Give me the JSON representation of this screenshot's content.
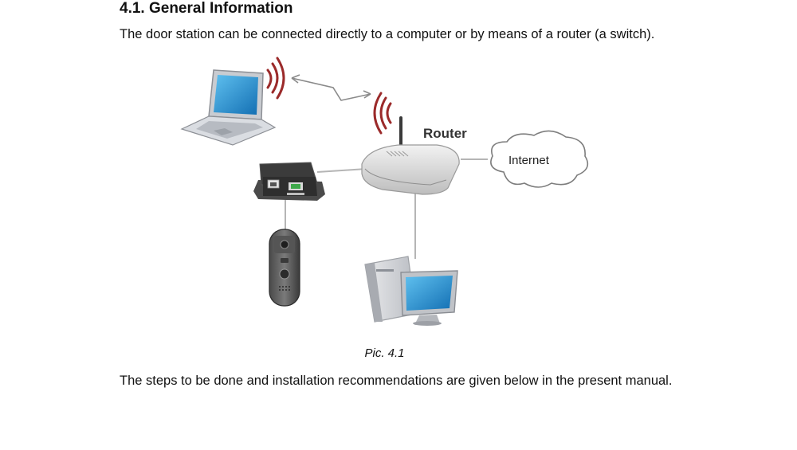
{
  "section": {
    "heading": "4.1. General Information",
    "intro": "The door station can be connected directly to a computer or by means of a router (a switch)."
  },
  "figure": {
    "router_label": "Router",
    "internet_label": "Internet",
    "caption": "Pic. 4.1"
  },
  "body": {
    "paragraph": "The steps to be done and installation recommendations are given below in the present manual."
  },
  "colors": {
    "wifi_waves": "#9b2a2a",
    "connection_lines": "#b5b5b5",
    "screen_blue": "#1f8fd0"
  },
  "icons": [
    "laptop-icon",
    "wifi-waves-icon",
    "router-icon",
    "cloud-icon",
    "adapter-icon",
    "door-station-icon",
    "desktop-computer-icon"
  ]
}
